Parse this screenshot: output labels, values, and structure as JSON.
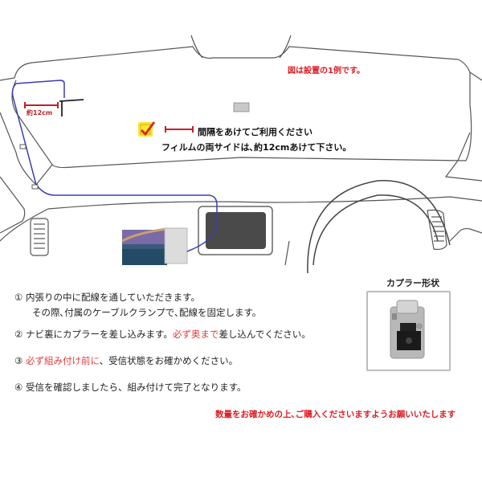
{
  "header": {
    "note": "図は設置の1例です。"
  },
  "windshield": {
    "scale_label": "約12cm",
    "gap_title": "間隔をあけてご利用ください",
    "gap_subtitle": "フィルムの両サイドは､約12cmあけて下さい。",
    "check_icon_color": "#d8261e",
    "highlight_color": "#f7ea2a",
    "cable_color": "#3b3fb0",
    "marker_color": "#c0222a"
  },
  "steps": [
    {
      "number": "①",
      "text": "内張りの中に配線を通していただきます。",
      "text_line2": "その際､付属のケーブルクランプで､配線を固定します。"
    },
    {
      "number": "②",
      "text_before": "ナビ裏にカプラーを差し込みます。",
      "text_red": "必ず奥まで",
      "text_after": "差し込んでください。"
    },
    {
      "number": "③",
      "text_red": "必ず組み付け前に",
      "text_after": "、受信状態をお確かめください。"
    },
    {
      "number": "④",
      "text": "受信を確認しましたら、組み付けて完了となります。"
    }
  ],
  "coupler": {
    "title": "カプラー形状"
  },
  "footer": {
    "note": "数量をお確かめの上､ご購入くださいますようお願いいたします"
  }
}
